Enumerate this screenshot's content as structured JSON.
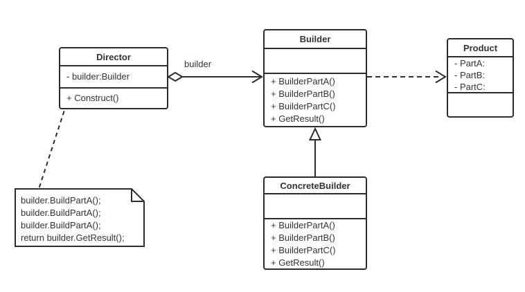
{
  "colors": {
    "stroke": "#2b2b2b",
    "text": "#333333",
    "background": "#ffffff"
  },
  "classes": {
    "director": {
      "title": "Director",
      "attributes": [
        "- builder:Builder"
      ],
      "methods": [
        "+ Construct()"
      ]
    },
    "builder": {
      "title": "Builder",
      "attributes": [],
      "methods": [
        "+ BuilderPartA()",
        "+ BuilderPartB()",
        "+ BuilderPartC()",
        "+ GetResult()"
      ]
    },
    "product": {
      "title": "Product",
      "attributes": [
        "- PartA:",
        "- PartB:",
        "- PartC:"
      ],
      "methods": []
    },
    "concrete_builder": {
      "title": "ConcreteBuilder",
      "attributes": [],
      "methods": [
        "+ BuilderPartA()",
        "+ BuilderPartB()",
        "+ BuilderPartC()",
        "+ GetResult()"
      ]
    }
  },
  "note": {
    "lines": [
      "builder.BuildPartA();",
      "builder.BuildPartA();",
      "builder.BuildPartA();",
      "return builder.GetResult();"
    ]
  },
  "edges": {
    "director_builder": {
      "type": "aggregation",
      "label": "builder",
      "from": "Director",
      "to": "Builder"
    },
    "builder_product": {
      "type": "dependency",
      "from": "Builder",
      "to": "Product"
    },
    "concrete_builder_builder": {
      "type": "generalization",
      "from": "ConcreteBuilder",
      "to": "Builder"
    },
    "note_director": {
      "type": "note-anchor",
      "from": "note",
      "to": "Director"
    }
  }
}
